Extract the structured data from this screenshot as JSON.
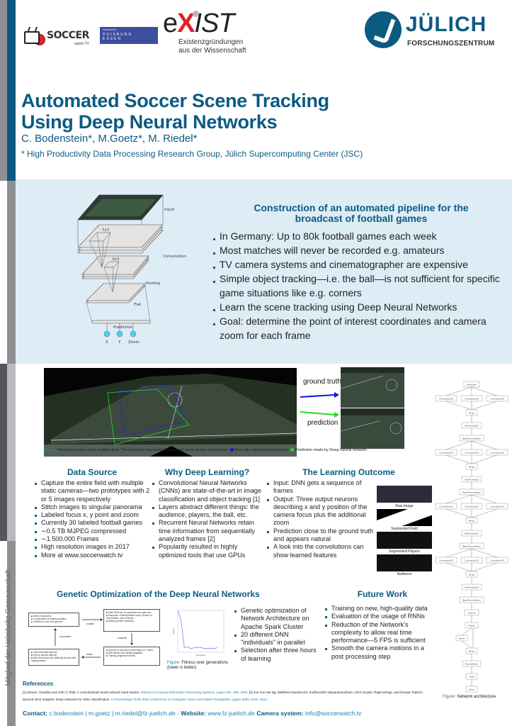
{
  "sidebar_label": "Mitglied der Helmholtz-Gemeinschaft",
  "logos": {
    "soccerwatch": {
      "text": "SOCCER",
      "sub": "watch.TV"
    },
    "ude": {
      "small": "UNIVERSITÄT",
      "line1": "DUISBURG",
      "line2": "ESSEN"
    },
    "exist": {
      "e": "e",
      "x": "X",
      "ist": "IST",
      "sub1": "Existenzgründungen",
      "sub2": "aus der Wissenschaft"
    },
    "juelich": {
      "name": "JÜLICH",
      "sub": "FORSCHUNGSZENTRUM"
    }
  },
  "colors": {
    "brand_blue": "#0c5a82",
    "link_blue": "#1e7cb0",
    "panel_bg": "#deecf6",
    "gray_strip": "#8e9094",
    "ground_truth": "#1010dd",
    "prediction": "#22dd22"
  },
  "header": {
    "title_line1": "Automated Soccer Scene Tracking",
    "title_line2": "Using Deep Neural Networks",
    "authors": "C. Bodenstein*, M.Goetz*, M. Riedel*",
    "affiliation": "* High Productivity Data Processing Research Group, Jülich Supercomputing Center (JSC)"
  },
  "cnn_diagram": {
    "labels": {
      "input": "Input",
      "convolution": "Convolution",
      "pooling": "Pooling",
      "flat": "Flat",
      "prediction": "Prediction",
      "kernel1": "7x7",
      "kernel2": "3x3"
    },
    "outputs": [
      "X",
      "Y",
      "Zoom"
    ]
  },
  "intro": {
    "heading_line1": "Construction of an automated pipeline for the",
    "heading_line2": "broadcast of football games",
    "bullets": [
      "In Germany: Up to 80k football games each week",
      "Most matches will never be recorded e.g. amateurs",
      "TV camera systems and cinematographer are expensive",
      "Simple object tracking—i.e. the ball—is not sufficient for specific game situations like e.g. corners",
      "Learn the scene tracking using Deep Neural Networks",
      "Goal: determine the point of interest coordinates and camera zoom for each frame"
    ]
  },
  "panorama": {
    "ground_truth_label": "ground truth",
    "prediction_label": "prediction",
    "caption_prefix": "Figure:",
    "caption_text": " Panorama of the entire football field. The tetragons represent the focused areas by the cameraman. ",
    "caption_gt": " Manually captured ground truth, ",
    "caption_pred": " Prediction made by Deep Neural Network"
  },
  "data_source": {
    "heading": "Data Source",
    "bullets": [
      "Capture the entire field with multiple static cameras—two prototypes with 2 or 5 images respectively",
      "Stitch images to singular panorama",
      "Labeled focus x, y point and zoom",
      "Currently 30 labeled football games",
      "∼0.5 TB MJPEG compressed",
      "∼1.500.000 Frames",
      "High resolution images in 2017",
      "More at www.soccerwatch.tv"
    ]
  },
  "why_dl": {
    "heading": "Why Deep Learning?",
    "bullets": [
      "Convolutional Neural Networks (CNNs) are state-of-the-art in image classification and object tracking [1]",
      "Layers abstract different things: the audience, players, the ball, etc.",
      "Recurrent Neural Networks retain time information from sequentially analyzed frames [2]",
      "Popularity resulted in highly optimized tools that use GPUs"
    ]
  },
  "learning_outcome": {
    "heading": "The Learning Outcome",
    "bullets": [
      "Input: DNN gets a sequence of frames",
      "Output: Three output neurons describing x and y position of the camera focus plus the additional zoom",
      "Prediction close to the ground truth and appears natural",
      "A look into the convolutions can show learned features"
    ],
    "images": [
      "Raw Image",
      "Segmented Field",
      "Segmented Players",
      "Audience"
    ]
  },
  "network_architecture": {
    "caption_prefix": "Figure:",
    "caption_text": " Network architecture",
    "nodes": [
      "InputLayer",
      "Convolution2D",
      "Convolution2D",
      "Convolution2D",
      "Merge",
      "MaxPooling2D",
      "BatchNormalization",
      "Convolution2D",
      "Convolution2D",
      "Convolution2D",
      "Merge",
      "MaxPooling2D",
      "BatchNormalization",
      "Convolution2D",
      "Convolution2D",
      "Convolution2D",
      "Merge",
      "MaxPooling2D",
      "BatchNormalization",
      "Convolution2D",
      "Convolution2D",
      "Convolution2D",
      "Merge",
      "MaxPooling2D",
      "BatchNormalization",
      "Dropout",
      "Flatten",
      "Dense",
      "Merge",
      "RepeatVector",
      "LSTM",
      "Dense"
    ]
  },
  "genetic": {
    "heading": "Genetic Optimization of the Deep Neural Networks",
    "boxes": {
      "recombine": [
        "Select 2 genomes",
        "Cut genomes at arbitrary position",
        "Combine to one new genome"
      ],
      "mutate": [
        "Each DNN can be expressed as a genome",
        "Examples: Enable/Disable Layer, number of convolutions, size of kernel ...",
        "Mutate genome randomly"
      ],
      "evaluate": [
        "Genome is decoded to phenotype (i.e. DNN)",
        "DNN trained with backpropagation",
        "Training progress recorded"
      ],
      "select": [
        "Train ends after timeout",
        "Test on special data set",
        "Best 30 percent can arbitrarily choose their mating partner"
      ]
    },
    "arrow_labels": {
      "mutate": "mutate",
      "evaluate": "evaluate",
      "select": "select",
      "recombine": "recombine"
    },
    "fitness_caption_prefix": "Figure:",
    "fitness_caption_text": " Fitness over generations",
    "fitness_caption_line2": "(lower is better)",
    "bullets": [
      "Genetic optimization of Network Architecture on Apache Spark Cluster",
      "20 different DNN \"individuals\" in parallel",
      "Selection after three hours of learning"
    ]
  },
  "chart_data": {
    "type": "line",
    "title": "",
    "xlabel": "Generations",
    "ylabel": "Fitness",
    "x": [
      0,
      1,
      2,
      3,
      4,
      5,
      6,
      7,
      8,
      9,
      10,
      11,
      12
    ],
    "values": [
      0.55,
      0.42,
      0.06,
      0.07,
      0.05,
      0.06,
      0.06,
      0.065,
      0.05,
      0.05,
      0.05,
      0.05,
      0.06
    ],
    "ylim": [
      0.0,
      0.55
    ],
    "xlim": [
      0,
      14
    ],
    "grid": false
  },
  "future_work": {
    "heading": "Future Work",
    "bullets": [
      "Training on new, high-quality data",
      "Evaluation of the usage of RNNs",
      "Reduction of the Network's complexity to allow real time performance—5 FPS is sufficient",
      "Smooth the camera motions in a post processing step"
    ]
  },
  "references": {
    "heading": "References",
    "r1_num": "[1]",
    "r1_text": " Steven J Nowlan and John C Platt. A convolutional neural network hand tracker. ",
    "r1_venue": "Advances in Neural Information Processing Systems, pages 901–908, 1995.",
    "r2_num": " [2]",
    "r2_text": " Joe Yue-Hei Ng, Matthew Hausknecht, Sudheendra Vijayanarasimhan, Oriol Vinyals, Rajat Monga, and George Toderici. Beyond short snippets: Deep networks for video classification. ",
    "r2_venue": "In Proceedings of the IEEE Conference on Computer Vision and Pattern Recognition, pages 4694–4702, 2015."
  },
  "contact": {
    "contact_label": "Contact:",
    "contact_value": " c.bodenstein | m.goetz | m.riedel@fz-juelich.de - ",
    "website_label": "Website:",
    "website_value": " www.fz-juelich.de ",
    "camera_label": "Camera system:",
    "camera_value": " info@soccerwatch.tv"
  }
}
